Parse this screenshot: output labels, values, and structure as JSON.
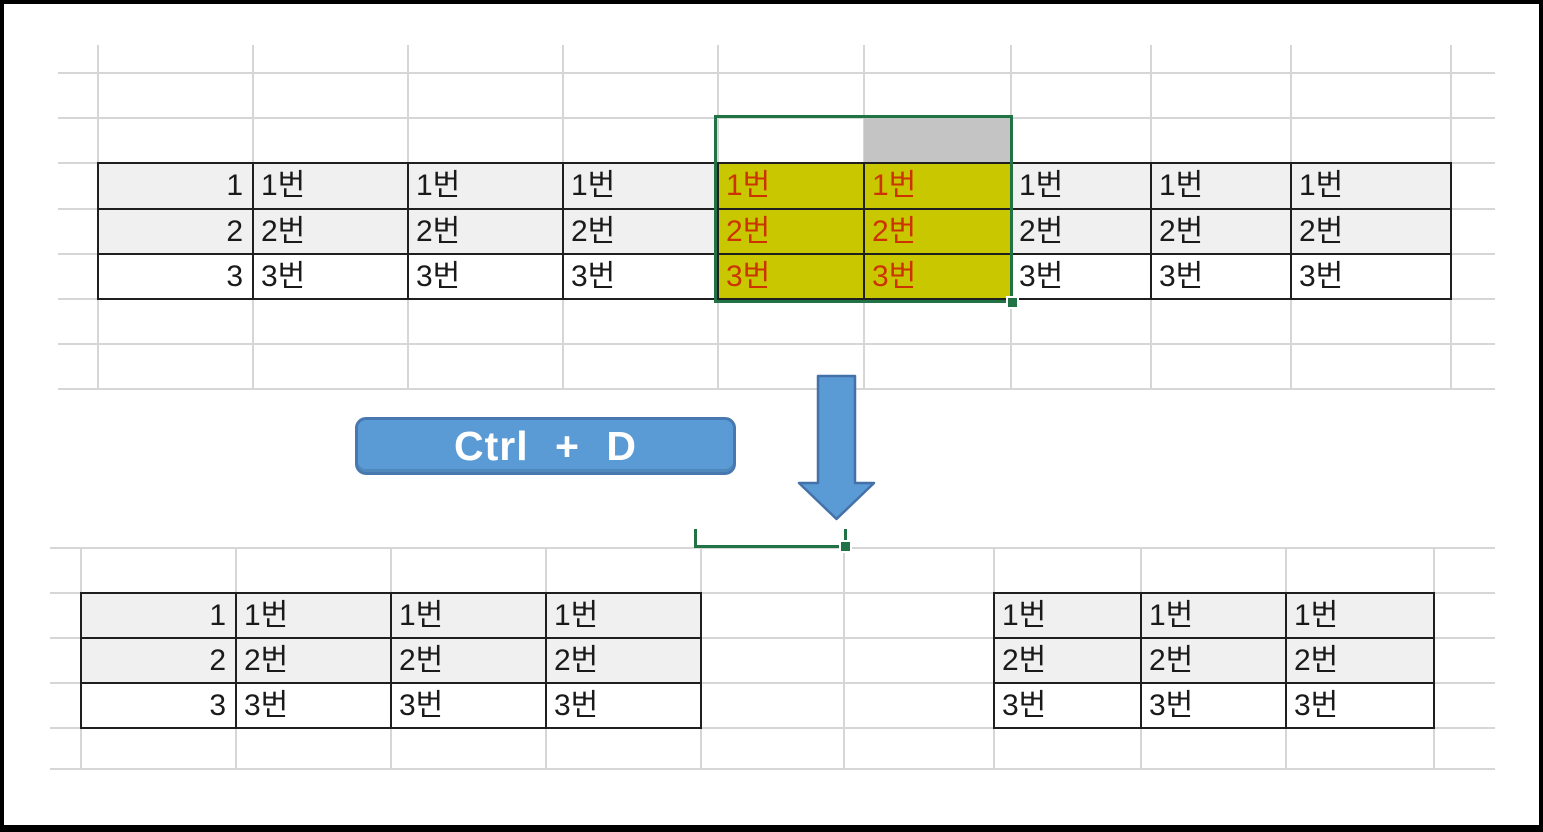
{
  "frame": {
    "border_color": "#000000",
    "background": "#ffffff"
  },
  "palette": {
    "grid_line": "#d6d6d6",
    "table_border": "#1f1f1f",
    "row_shade": "#f0f0f0",
    "row_white": "#ffffff",
    "cell_text": "#1a1a1a",
    "highlight_fill": "#c9c800",
    "highlight_text": "#cc3300",
    "selected_gray_cell": "#c4c4c4",
    "selection_green": "#217346",
    "arrow_blue": "#5b9bd5",
    "arrow_outline": "#4472a8",
    "button_blue": "#5b9bd5",
    "button_border": "#4779b0",
    "button_text": "#ffffff"
  },
  "shortcut_button": {
    "label": "Ctrl + D"
  },
  "top_table": {
    "rows": [
      {
        "number": "1",
        "cells": [
          "1번",
          "1번",
          "1번",
          "1번",
          "1번",
          "1번",
          "1번",
          "1번"
        ]
      },
      {
        "number": "2",
        "cells": [
          "2번",
          "2번",
          "2번",
          "2번",
          "2번",
          "2번",
          "2번",
          "2번"
        ]
      },
      {
        "number": "3",
        "cells": [
          "3번",
          "3번",
          "3번",
          "3번",
          "3번",
          "3번",
          "3번",
          "3번"
        ]
      }
    ],
    "highlighted_cell_columns": [
      3,
      4
    ]
  },
  "bottom_left_table": {
    "rows": [
      {
        "number": "1",
        "cells": [
          "1번",
          "1번",
          "1번"
        ]
      },
      {
        "number": "2",
        "cells": [
          "2번",
          "2번",
          "2번"
        ]
      },
      {
        "number": "3",
        "cells": [
          "3번",
          "3번",
          "3번"
        ]
      }
    ]
  },
  "bottom_right_table": {
    "rows": [
      {
        "cells": [
          "1번",
          "1번",
          "1번"
        ]
      },
      {
        "cells": [
          "2번",
          "2번",
          "2번"
        ]
      },
      {
        "cells": [
          "3번",
          "3번",
          "3번"
        ]
      }
    ]
  }
}
